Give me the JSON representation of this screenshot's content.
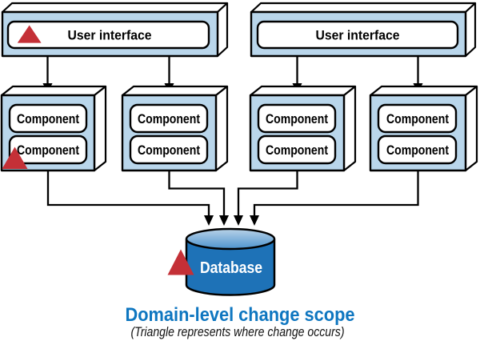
{
  "ui": {
    "boxes": [
      {
        "label": "User interface",
        "change_marker": true
      },
      {
        "label": "User interface",
        "change_marker": false
      }
    ]
  },
  "components": {
    "boxes": [
      {
        "rows": [
          "Component",
          "Component"
        ],
        "change_marker": true
      },
      {
        "rows": [
          "Component",
          "Component"
        ],
        "change_marker": false
      },
      {
        "rows": [
          "Component",
          "Component"
        ],
        "change_marker": false
      },
      {
        "rows": [
          "Component",
          "Component"
        ],
        "change_marker": false
      }
    ]
  },
  "database": {
    "label": "Database",
    "change_marker": true
  },
  "caption": {
    "title": "Domain-level change scope",
    "subtitle": "(Triangle represents where change occurs)"
  },
  "colors": {
    "box_fill": "#b9d6eb",
    "face_fill": "#ffffff",
    "stroke": "#000000",
    "marker_red": "#c43037",
    "db_body": "#1e72b7",
    "db_top_light": "#b9d2e8",
    "db_top_dark": "#4e94cf",
    "title_blue": "#0e76c0",
    "db_label_text": "#ffffff"
  }
}
